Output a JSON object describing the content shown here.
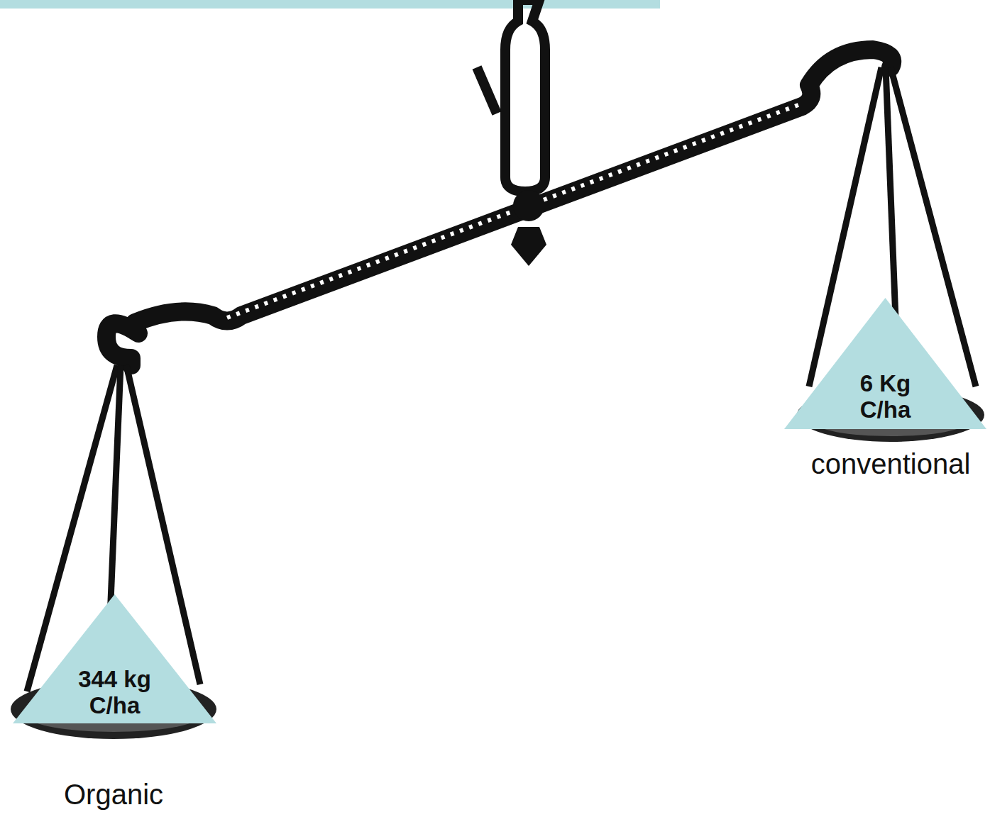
{
  "diagram": {
    "nodes": [
      {
        "text": [
          "6 Kg C/ha"
        ]
      },
      {
        "text": [
          "344 kg C/ha"
        ]
      }
    ],
    "labels": [
      "conventional",
      "Organic"
    ]
  }
}
